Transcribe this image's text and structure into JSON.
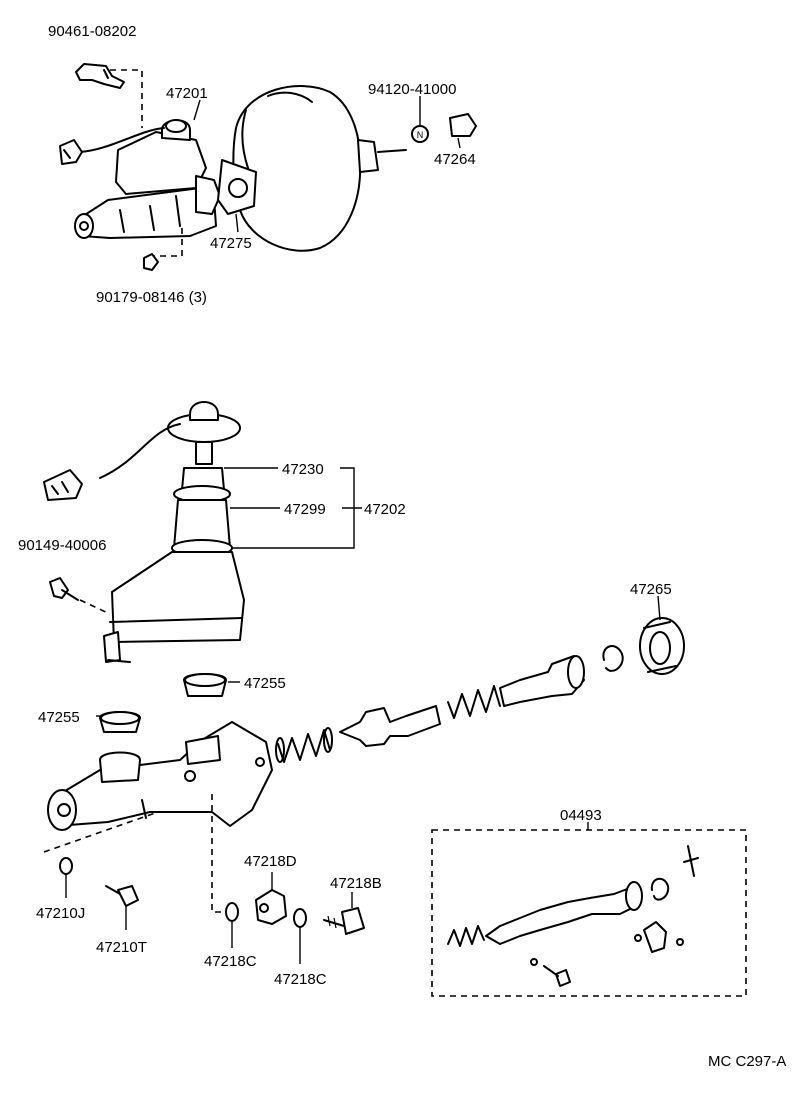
{
  "labels": {
    "p90461": "90461-08202",
    "p47201": "47201",
    "p94120": "94120-41000",
    "p47264": "47264",
    "p47275": "47275",
    "p90179": "90179-08146 (3)",
    "p47230": "47230",
    "p47299": "47299",
    "p47202": "47202",
    "p90149": "90149-40006",
    "p47265": "47265",
    "p47255a": "47255",
    "p47255b": "47255",
    "p04493": "04493",
    "p47218d": "47218D",
    "p47218b": "47218B",
    "p47210j": "47210J",
    "p47210t": "47210T",
    "p47218c1": "47218C",
    "p47218c2": "47218C",
    "n_mark": "N",
    "code": "MC C297-A"
  }
}
